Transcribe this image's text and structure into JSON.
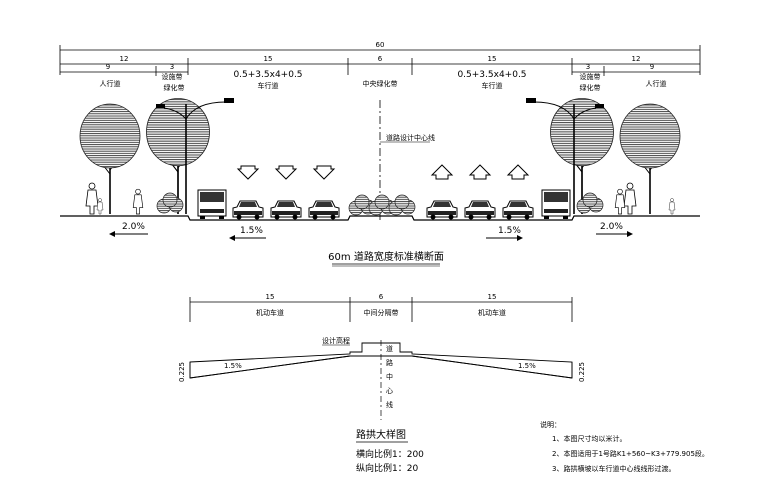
{
  "cross_section": {
    "title": "60m 道路宽度标准横断面",
    "total_width": "60",
    "left_half": "12",
    "right_half": "12",
    "dims_left": [
      "9",
      "3"
    ],
    "dims_right": [
      "3",
      "9"
    ],
    "carriageway_left_width": "15",
    "median_width": "6",
    "carriageway_right_width": "15",
    "carriageway_left_formula": "0.5+3.5x4+0.5",
    "carriageway_right_formula": "0.5+3.5x4+0.5",
    "label_sidewalk_left": "人行道",
    "label_sidewalk_right": "人行道",
    "label_facility_left": [
      "设施带",
      "绿化带"
    ],
    "label_facility_right": [
      "设施带",
      "绿化带"
    ],
    "label_carriageway_left": "车行道",
    "label_carriageway_right": "车行道",
    "label_median": "中央绿化带",
    "label_centerline": "道路设计中心线",
    "slope_sidewalk_left": "2.0%",
    "slope_sidewalk_right": "2.0%",
    "slope_carriageway_left": "1.5%",
    "slope_carriageway_right": "1.5%"
  },
  "detail": {
    "title": "路拱大样图",
    "dim_left": "15",
    "dim_mid": "6",
    "dim_right": "15",
    "label_left": "机动车道",
    "label_mid": "中间分隔带",
    "label_right": "机动车道",
    "label_elev": "设计高程",
    "label_centerline": [
      "道",
      "路",
      "中",
      "心",
      "线"
    ],
    "height_left": "0.225",
    "height_right": "0.225",
    "slope_left": "1.5%",
    "slope_right": "1.5%",
    "scale_h": "横向比例1：200",
    "scale_v": "纵向比例1：20"
  },
  "notes": {
    "heading": "说明：",
    "items": [
      "1、本图尺寸均以米计。",
      "2、本图适用于1号路K1+560~K3+779.905段。",
      "3、路拱横坡以车行道中心线线形过渡。"
    ]
  }
}
